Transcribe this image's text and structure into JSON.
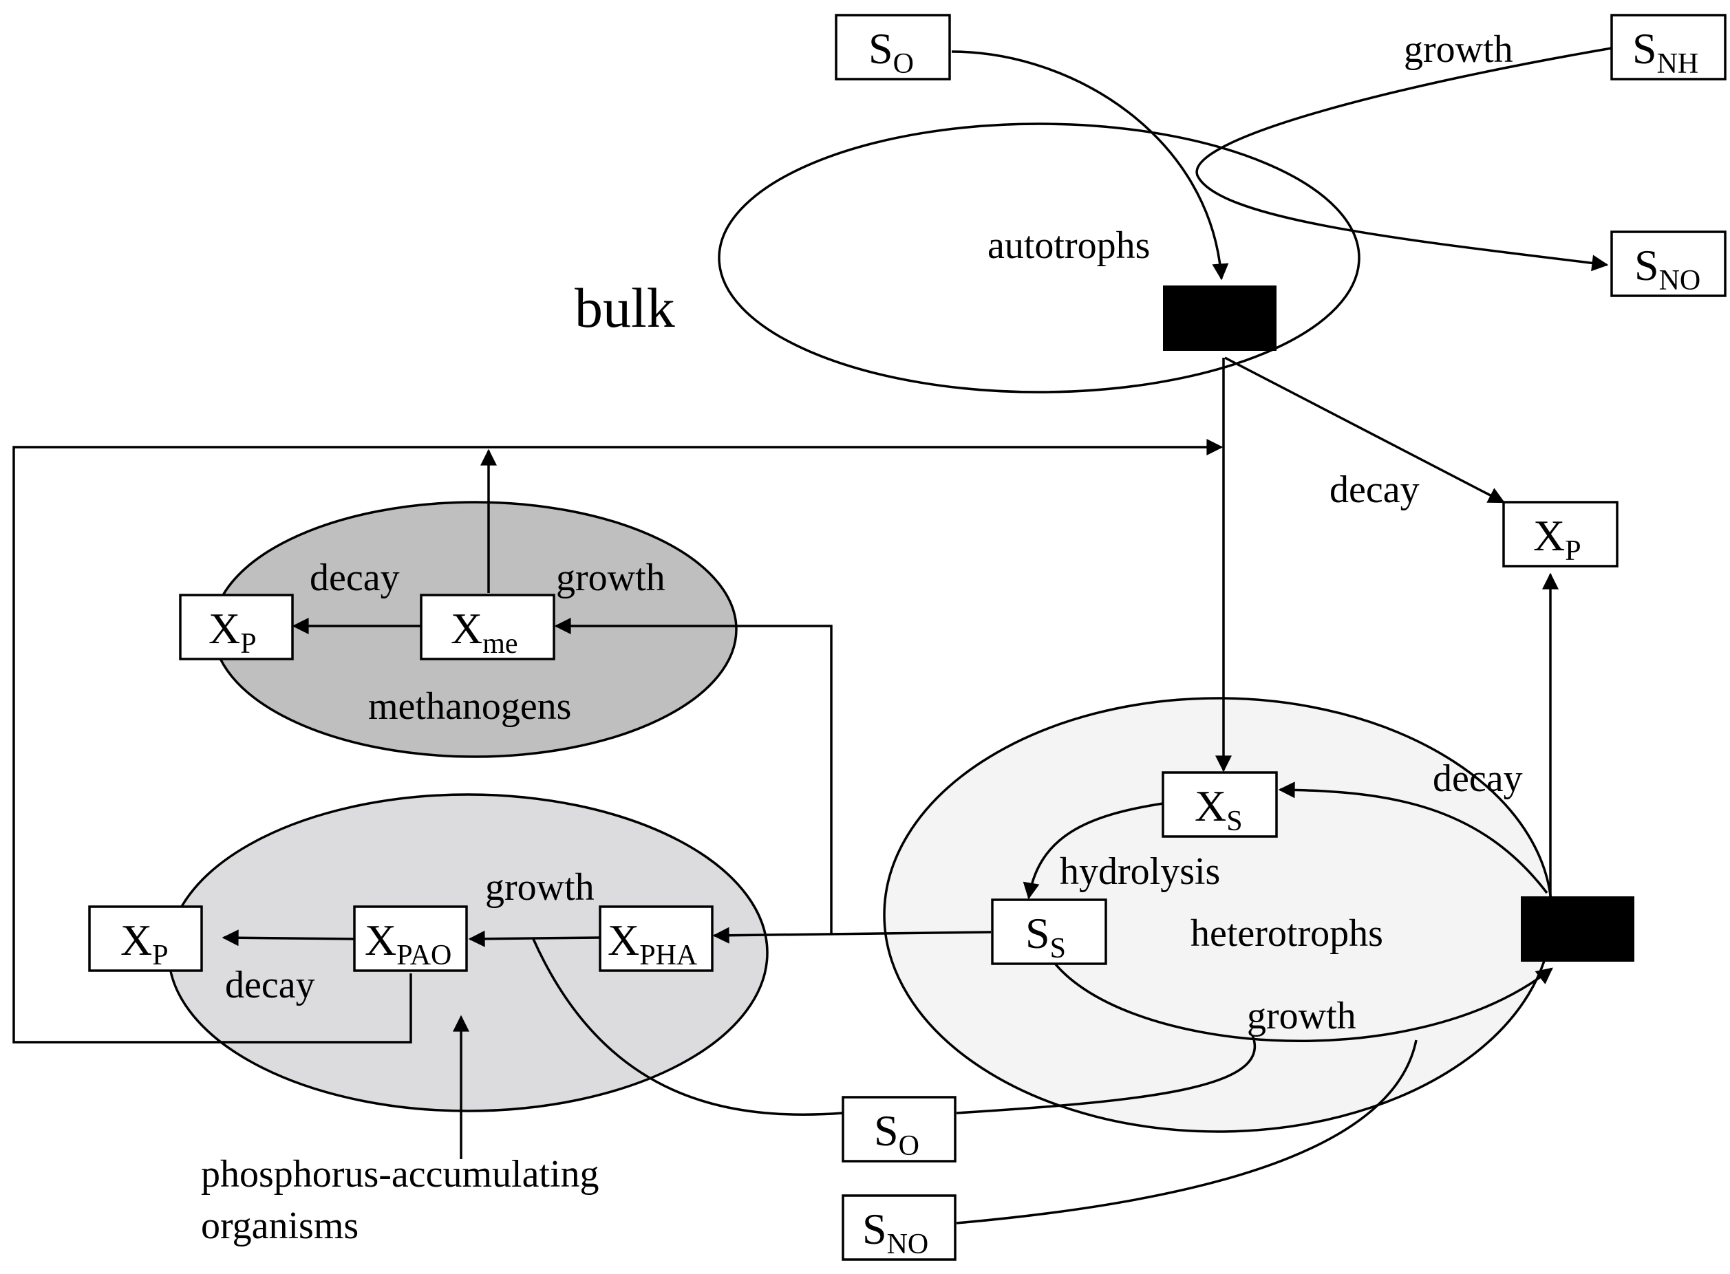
{
  "diagram": {
    "region_label": "bulk",
    "groups": {
      "autotrophs": "autotrophs",
      "heterotrophs": "heterotrophs",
      "methanogens": "methanogens",
      "paos_line1": "phosphorus-accumulating",
      "paos_line2": "organisms"
    },
    "process_labels": {
      "auto_growth": "growth",
      "auto_decay": "decay",
      "het_decay": "decay",
      "het_hydrolysis": "hydrolysis",
      "het_growth": "growth",
      "me_decay": "decay",
      "me_growth": "growth",
      "pao_growth": "growth",
      "pao_decay": "decay"
    },
    "components": {
      "so_top": {
        "main": "S",
        "sub": "O"
      },
      "snh": {
        "main": "S",
        "sub": "NH"
      },
      "sno_top": {
        "main": "S",
        "sub": "NO"
      },
      "xp_auto": {
        "main": "X",
        "sub": "P"
      },
      "xs": {
        "main": "X",
        "sub": "S"
      },
      "ss": {
        "main": "S",
        "sub": "S"
      },
      "xp_me": {
        "main": "X",
        "sub": "P"
      },
      "xme": {
        "main": "X",
        "sub": "me"
      },
      "xp_pao": {
        "main": "X",
        "sub": "P"
      },
      "xpao": {
        "main": "X",
        "sub": "PAO"
      },
      "xpha": {
        "main": "X",
        "sub": "PHA"
      },
      "so_bottom": {
        "main": "S",
        "sub": "O"
      },
      "sno_bottom": {
        "main": "S",
        "sub": "NO"
      }
    },
    "colors": {
      "methanogens_fill": "#c0bfc0",
      "paos_fill": "#dcdcde",
      "heterotrophs_fill": "#f3f4f3",
      "biomass_block": "#000000"
    }
  }
}
